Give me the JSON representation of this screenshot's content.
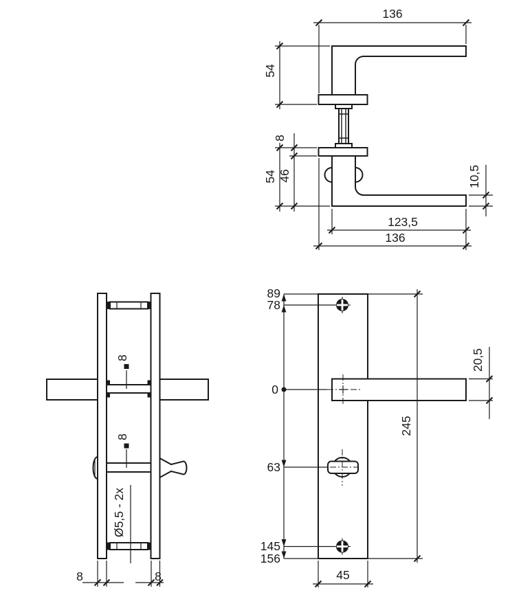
{
  "views": {
    "handle_side": {
      "title": "handle-side-view",
      "dims": {
        "overall_length_top": "136",
        "height_top": "54",
        "rose_thickness": "8",
        "height_bottom": "54",
        "neck_height": "46",
        "lever_thickness": "10,5",
        "grip_length": "123,5",
        "overall_length_bottom": "136"
      }
    },
    "assembly_profile": {
      "title": "assembly-profile-view",
      "dims": {
        "spindle_size_upper": "8",
        "spindle_size_lower": "8",
        "screw_hole": "Ø5,5 - 2x",
        "plate_thickness_left": "8",
        "plate_thickness_right": "8"
      }
    },
    "backplate_front": {
      "title": "backplate-front-view",
      "refs": {
        "top_edge": "89",
        "upper_screw": "78",
        "handle_axis": "0",
        "turn_axis": "63",
        "lower_screw": "145",
        "bottom_edge": "156"
      },
      "dims": {
        "plate_height": "245",
        "lever_height": "20,5",
        "plate_width": "45"
      }
    }
  },
  "symbols": {
    "square_section_marker": "■",
    "zero_reference_marker": "●",
    "screw_marker": "phillips-screw"
  },
  "colors": {
    "line": "#1a1a1a",
    "background": "#ffffff"
  }
}
